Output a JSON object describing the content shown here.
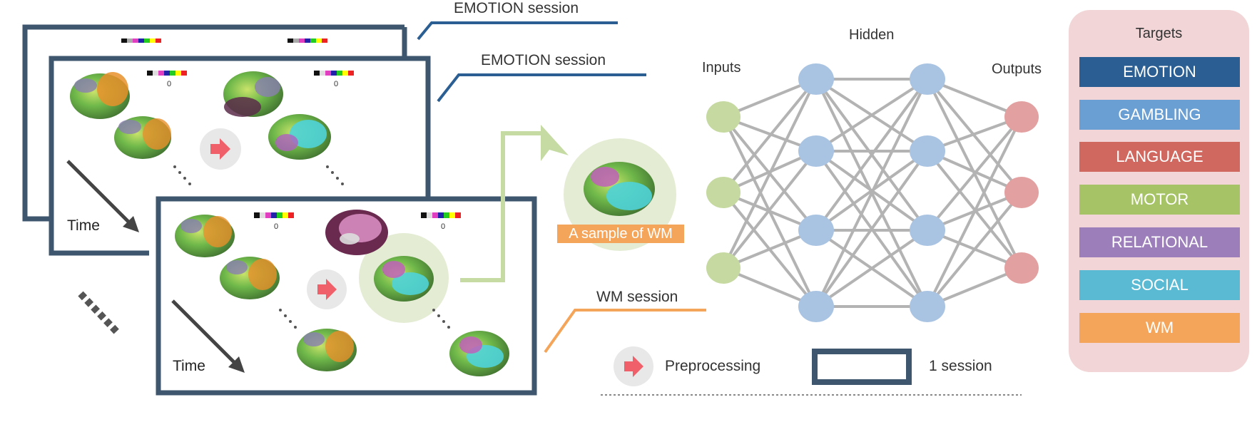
{
  "sessions": {
    "back_label": "EMOTION session",
    "mid_label": "EMOTION session",
    "front_label": "WM session",
    "time_label": "Time"
  },
  "colorbar_zero": "0",
  "sample_label": "A sample of WM",
  "network": {
    "inputs_label": "Inputs",
    "hidden_label": "Hidden",
    "outputs_label": "Outputs",
    "input_color": "#c5d9a0",
    "hidden_color": "#a9c3e2",
    "output_color": "#e2a0a0"
  },
  "targets": {
    "title": "Targets",
    "items": [
      {
        "label": "EMOTION",
        "color": "#2b5f93"
      },
      {
        "label": "GAMBLING",
        "color": "#6a9fd4"
      },
      {
        "label": "LANGUAGE",
        "color": "#d16860"
      },
      {
        "label": "MOTOR",
        "color": "#a6c466"
      },
      {
        "label": "RELATIONAL",
        "color": "#9c7fba"
      },
      {
        "label": "SOCIAL",
        "color": "#5bbad3"
      },
      {
        "label": "WM",
        "color": "#f5a55a"
      }
    ]
  },
  "legend": {
    "preprocessing_label": "Preprocessing",
    "session_label": "1 session"
  },
  "colors": {
    "frame": "#3f566f",
    "emotion_line": "#2b5f93",
    "wm_line": "#f5a55a",
    "sample_connector": "#c6dba4",
    "arrow_red": "#f0606a"
  }
}
